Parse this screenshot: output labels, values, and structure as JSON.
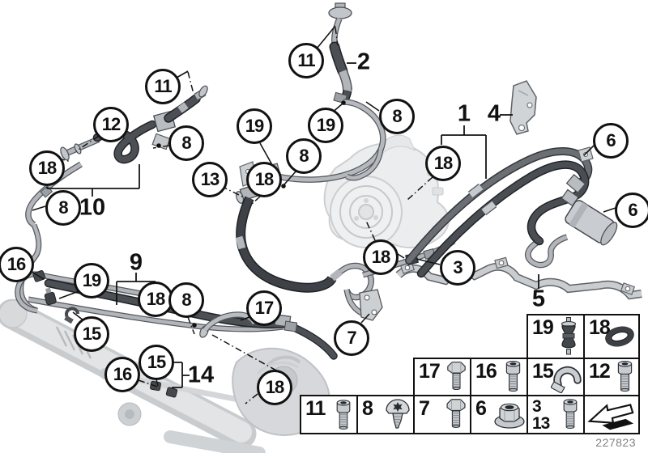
{
  "figure": {
    "doc_number": "227823"
  },
  "callouts": {
    "circled": [
      {
        "label": "11"
      },
      {
        "label": "12"
      },
      {
        "label": "8"
      },
      {
        "label": "18"
      },
      {
        "label": "8"
      },
      {
        "label": "11"
      },
      {
        "label": "19"
      },
      {
        "label": "8"
      },
      {
        "label": "19"
      },
      {
        "label": "8"
      },
      {
        "label": "18"
      },
      {
        "label": "13"
      },
      {
        "label": "18"
      },
      {
        "label": "6"
      },
      {
        "label": "6"
      },
      {
        "label": "18"
      },
      {
        "label": "3"
      },
      {
        "label": "7"
      },
      {
        "label": "16"
      },
      {
        "label": "19"
      },
      {
        "label": "18"
      },
      {
        "label": "8"
      },
      {
        "label": "15"
      },
      {
        "label": "15"
      },
      {
        "label": "16"
      },
      {
        "label": "17"
      },
      {
        "label": "18"
      }
    ],
    "plain": [
      {
        "label": "2"
      },
      {
        "label": "1"
      },
      {
        "label": "4"
      },
      {
        "label": "10"
      },
      {
        "label": "9"
      },
      {
        "label": "14"
      },
      {
        "label": "5"
      }
    ]
  },
  "legend": {
    "cells": [
      {
        "label": "19",
        "icon": "rubber-mount-icon"
      },
      {
        "label": "18",
        "icon": "o-ring-icon"
      },
      {
        "label": "17",
        "icon": "hex-bolt-icon"
      },
      {
        "label": "16",
        "icon": "socket-head-screw-icon"
      },
      {
        "label": "15",
        "icon": "pipe-clamp-icon"
      },
      {
        "label": "12",
        "icon": "socket-head-screw-icon"
      },
      {
        "label": "11",
        "icon": "socket-head-screw-icon"
      },
      {
        "label": "8",
        "icon": "torx-pan-screw-icon"
      },
      {
        "label": "7",
        "icon": "hex-bolt-icon"
      },
      {
        "label": "6",
        "icon": "flange-nut-icon"
      },
      {
        "label": "3",
        "label_secondary": "13",
        "icon": "socket-head-screw-icon"
      },
      {
        "label": "",
        "icon": "direction-arrow-icon"
      }
    ]
  }
}
